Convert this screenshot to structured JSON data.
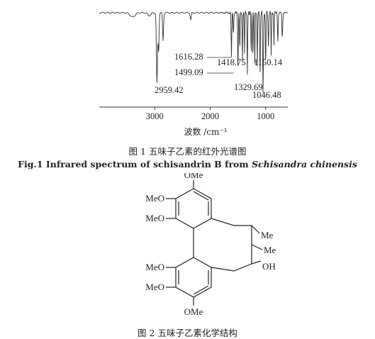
{
  "chart_data": {
    "type": "line",
    "xlabel": "波数 /cm⁻¹",
    "xlim": [
      4000,
      600
    ],
    "xticks": [
      3000,
      2000,
      1000
    ],
    "peaks": [
      {
        "label": "2959.42",
        "x": 2959.42
      },
      {
        "label": "1616.28",
        "x": 1616.28
      },
      {
        "label": "1499.09",
        "x": 1499.09
      },
      {
        "label": "1418.75",
        "x": 1418.75
      },
      {
        "label": "1329.69",
        "x": 1329.69
      },
      {
        "label": "1150.14",
        "x": 1150.14
      },
      {
        "label": "1046.48",
        "x": 1046.48
      }
    ],
    "grid": false
  },
  "figure1": {
    "caption_cn": "图 1 五味子乙素的红外光谱图",
    "caption_en_prefix": "Fig.1 Infrared spectrum of schisandrin B from ",
    "caption_en_species": "Schisandra chinensis"
  },
  "figure2": {
    "caption_cn": "图 2 五味子乙素化学结构",
    "labels": {
      "ome_top": "OMe",
      "meo_1": "MeO",
      "meo_2": "MeO",
      "meo_3": "MeO",
      "meo_4": "MeO",
      "ome_bottom": "OMe",
      "me_1": "Me",
      "me_2": "Me",
      "oh": "OH"
    }
  }
}
